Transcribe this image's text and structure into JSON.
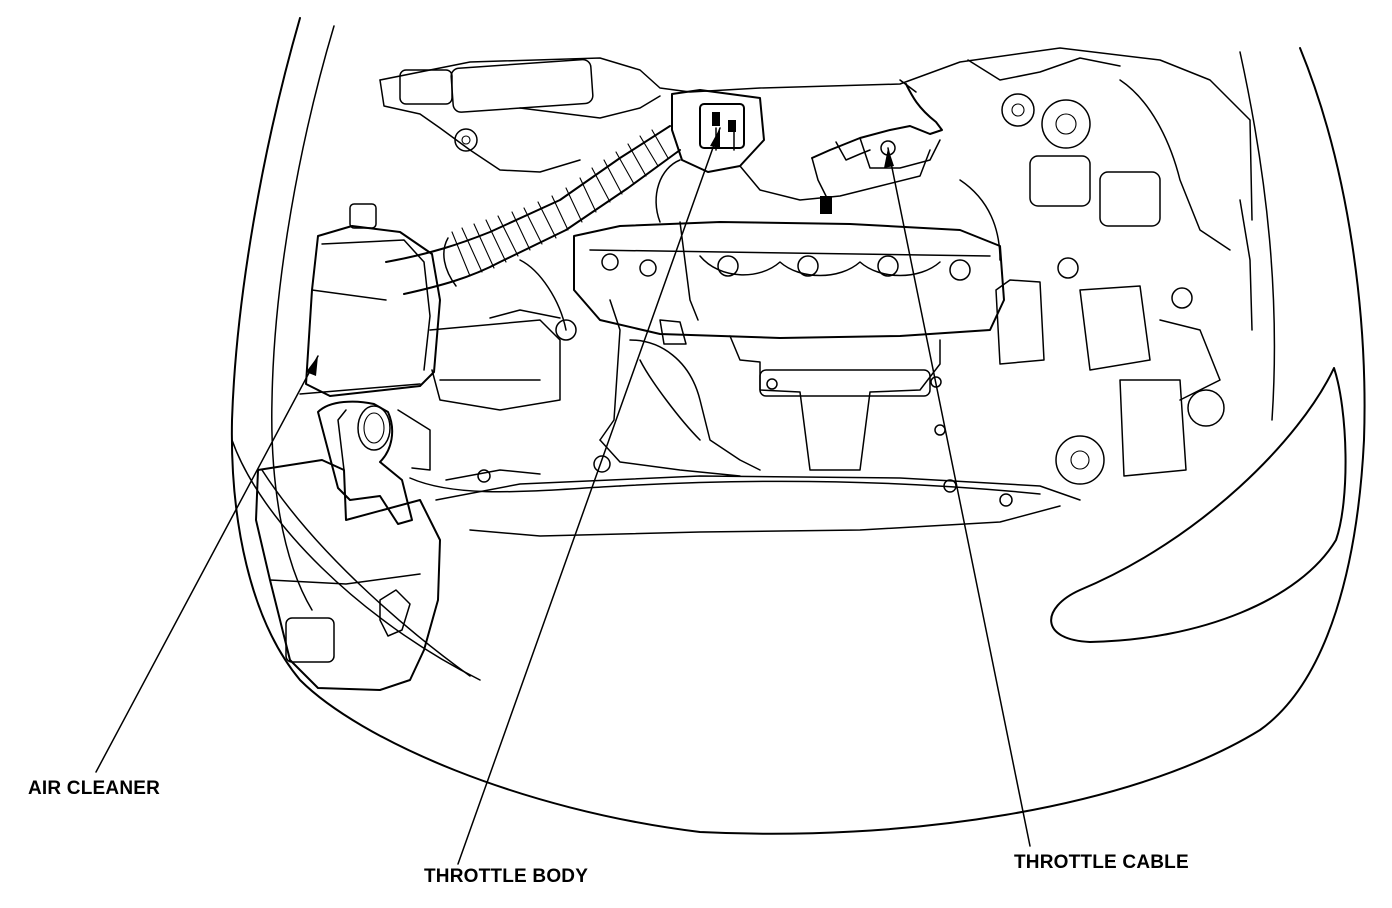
{
  "labels": {
    "air_cleaner": "AIR CLEANER",
    "throttle_body": "THROTTLE BODY",
    "throttle_cable": "THROTTLE CABLE"
  },
  "colors": {
    "background": "#ffffff",
    "ink": "#000000"
  }
}
